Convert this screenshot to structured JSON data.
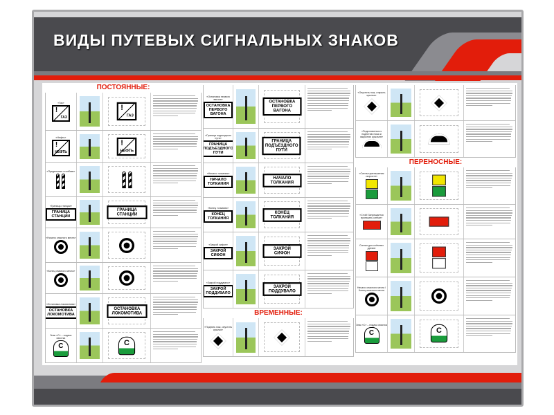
{
  "title": "ВИДЫ ПУТЕВЫХ СИГНАЛЬНЫХ ЗНАКОВ",
  "colors": {
    "accent": "#e21d0b",
    "header": "#4a4a4e",
    "board": "#d6d6d8"
  },
  "columns": [
    {
      "sections": [
        {
          "title": "ПОСТОЯННЫЕ:",
          "rows": [
            {
              "label": "«Газ»",
              "type": "gas",
              "text": "ГАЗ",
              "h": 55
            },
            {
              "label": "«Нефть»",
              "type": "gas",
              "text": "НЕФТЬ",
              "h": 46
            },
            {
              "label": "«Предельные столбики»",
              "type": "posts",
              "h": 50
            },
            {
              "label": "«Граница станции»",
              "type": "text",
              "text": "ГРАНИЦА СТАНЦИИ",
              "h": 45
            },
            {
              "label": "«Начало опасного места»",
              "type": "circle",
              "h": 50
            },
            {
              "label": "«Конец опасного места»",
              "type": "circle",
              "h": 45
            },
            {
              "label": "«Остановка локомотива»",
              "type": "text",
              "text": "ОСТАНОВКА ЛОКОМОТИВА",
              "h": 50
            },
            {
              "label": "Знак «С» – подача свистка",
              "type": "c",
              "text": "С",
              "h": 50
            }
          ]
        }
      ]
    },
    {
      "sections": [
        {
          "title": "",
          "rows": [
            {
              "label": "«Остановка первого вагона»",
              "type": "text",
              "text": "ОСТАНОВКА ПЕРВОГО ВАГОНА",
              "h": 63
            },
            {
              "label": "«Граница подъездного пути»",
              "type": "text",
              "text": "ГРАНИЦА ПОДЪЕЗДНОГО ПУТИ",
              "h": 50
            },
            {
              "label": "«Начало толкания»",
              "type": "text",
              "text": "НАЧАЛО ТОЛКАНИЯ",
              "h": 50
            },
            {
              "label": "«Конец толкания»",
              "type": "text",
              "text": "КОНЕЦ ТОЛКАНИЯ",
              "h": 50
            },
            {
              "label": "«Закрой сифон»",
              "type": "text",
              "text": "ЗАКРОЙ СИФОН",
              "h": 55
            },
            {
              "label": "«Закрой поддувало»",
              "type": "text",
              "text": "ЗАКРОЙ ПОДДУВАЛО",
              "h": 55
            }
          ]
        },
        {
          "title": "ВРЕМЕННЫЕ:",
          "rows": [
            {
              "label": "«Поднять нож, опустить крылья»",
              "type": "diamond",
              "h": 56
            }
          ]
        }
      ]
    },
    {
      "sections": [
        {
          "title": "",
          "rows": [
            {
              "label": "«Опустить нож, открыть крылья»",
              "type": "diamond",
              "h": 52
            },
            {
              "label": "«Подготовиться к поднятию ножа и закрытию крыльев»",
              "type": "half",
              "h": 53
            }
          ]
        },
        {
          "title": "ПЕРЕНОСНЫЕ:",
          "rows": [
            {
              "label": "«Сигнал уменьшения скорости»",
              "type": "yg",
              "h": 54
            },
            {
              "label": "«Стой! Запрещается проезжать сигнал»",
              "type": "red",
              "h": 50
            },
            {
              "label": "Сигнал для съёмных дрезин",
              "type": "rw",
              "h": 55
            },
            {
              "label": "Начало опасного места / Конец опасного места",
              "type": "circle",
              "h": 55
            },
            {
              "label": "Знак «С» – подача свистка",
              "type": "c",
              "text": "С",
              "h": 54
            }
          ]
        }
      ]
    }
  ]
}
